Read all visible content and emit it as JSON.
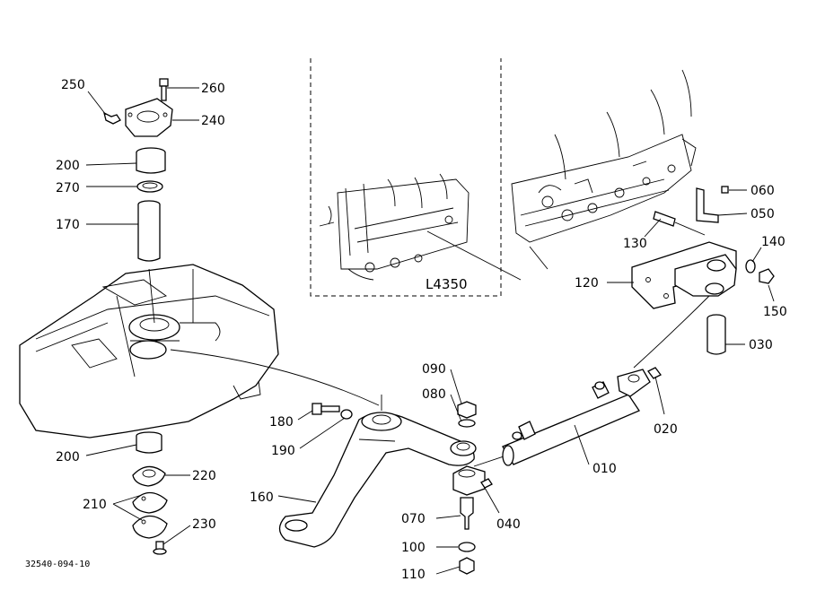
{
  "diagram": {
    "document_ref": "32540-094-10",
    "inset_label": "L4350",
    "callouts": {
      "c250": "250",
      "c260": "260",
      "c240": "240",
      "c200_top": "200",
      "c270": "270",
      "c170": "170",
      "c200_bot": "200",
      "c220": "220",
      "c210": "210",
      "c230": "230",
      "c180": "180",
      "c190": "190",
      "c160": "160",
      "c090": "090",
      "c080": "080",
      "c070": "070",
      "c100": "100",
      "c110": "110",
      "c040": "040",
      "c010": "010",
      "c020": "020",
      "c030": "030",
      "c060": "060",
      "c050": "050",
      "c130": "130",
      "c140": "140",
      "c120": "120",
      "c150": "150"
    }
  }
}
